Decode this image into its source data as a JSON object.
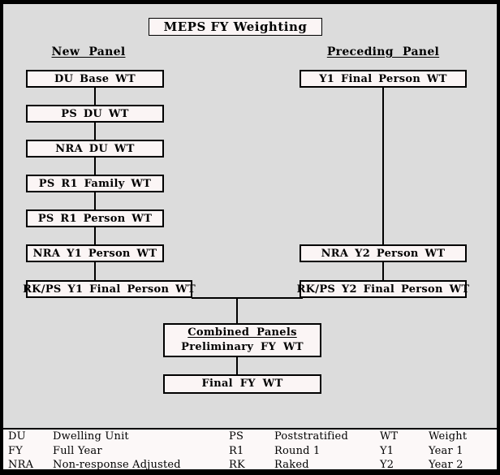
{
  "title": "MEPS FY Weighting",
  "panels": {
    "new": {
      "header": "New Panel",
      "boxes": [
        "DU Base WT",
        "PS DU WT",
        "NRA DU WT",
        "PS R1 Family WT",
        "PS R1 Person WT",
        "NRA Y1 Person WT",
        "RK/PS Y1 Final Person WT"
      ]
    },
    "preceding": {
      "header": "Preceding Panel",
      "boxes": [
        "Y1 Final Person WT",
        "NRA Y2 Person WT",
        "RK/PS Y2 Final Person WT"
      ]
    }
  },
  "combined": {
    "line1": "Combined Panels",
    "line2": "Preliminary FY WT"
  },
  "final_box": "Final FY WT",
  "legend": {
    "entries": [
      {
        "abbr": "DU",
        "definition": "Dwelling Unit"
      },
      {
        "abbr": "FY",
        "definition": "Full Year"
      },
      {
        "abbr": "NRA",
        "definition": "Non-response Adjusted"
      },
      {
        "abbr": "PS",
        "definition": "Poststratified"
      },
      {
        "abbr": "R1",
        "definition": "Round 1"
      },
      {
        "abbr": "RK",
        "definition": "Raked"
      },
      {
        "abbr": "WT",
        "definition": "Weight"
      },
      {
        "abbr": "Y1",
        "definition": "Year 1"
      },
      {
        "abbr": "Y2",
        "definition": "Year 2"
      }
    ]
  },
  "colors": {
    "page_border": "#000000",
    "background": "#dcdcdc",
    "box_fill": "#fbf5f5",
    "box_border": "#000000",
    "legend_background": "#fcf8f8",
    "text": "#000000"
  }
}
